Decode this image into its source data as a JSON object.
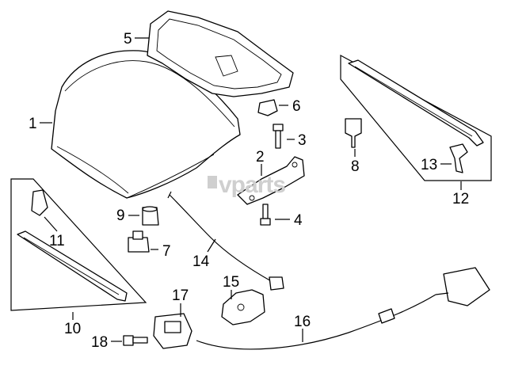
{
  "watermark": "vparts",
  "callouts": {
    "c1": "1",
    "c2": "2",
    "c3": "3",
    "c4": "4",
    "c5": "5",
    "c6": "6",
    "c7": "7",
    "c8": "8",
    "c9": "9",
    "c10": "10",
    "c11": "11",
    "c12": "12",
    "c13": "13",
    "c14": "14",
    "c15": "15",
    "c16": "16",
    "c17": "17",
    "c18": "18"
  },
  "colors": {
    "line": "#000000",
    "watermark": "#cfcfcf",
    "background": "#ffffff"
  }
}
